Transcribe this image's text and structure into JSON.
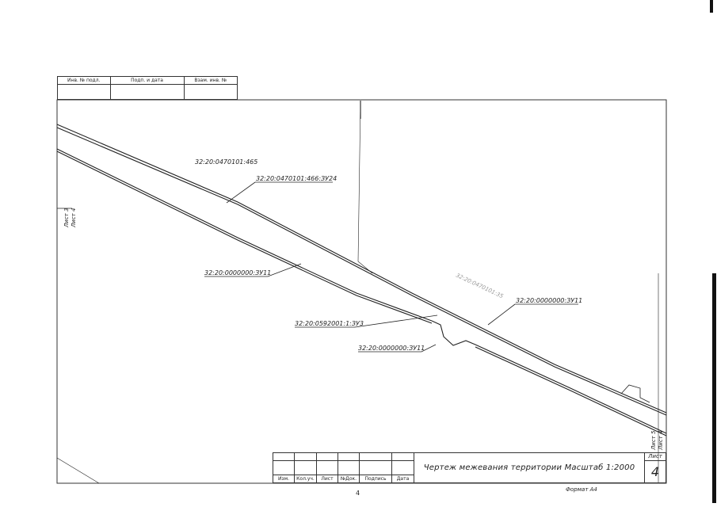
{
  "stamp": {
    "col1": "Инв. № подл.",
    "col2": "Подп. и дата",
    "col3": "Взам. инв. №"
  },
  "side_labels": {
    "left_a": "Лист 3",
    "left_b": "Лист 4",
    "right_a": "Лист 5",
    "right_b": "Лист 4"
  },
  "parcels": {
    "p1": "32:20:0470101:465",
    "p2": "32:20:0470101:466:ЗУ24",
    "p3": "32:20:0000000:ЗУ11",
    "p4": "32:20:0000000:ЗУ11",
    "p5": "32:20:0592001:1:ЗУ3",
    "p6": "32:20:0000000:ЗУ11",
    "p7": "32:20:0470101:35"
  },
  "title_block": {
    "title": "Чертеж межевания территории Масштаб 1:2000",
    "sheet_label": "Лист",
    "sheet_number": "4",
    "cols": [
      "Изм.",
      "Кол.уч.",
      "Лист",
      "№Док.",
      "Подпись",
      "Дата"
    ]
  },
  "footer": {
    "page_number": "4",
    "format": "Формат А4"
  }
}
